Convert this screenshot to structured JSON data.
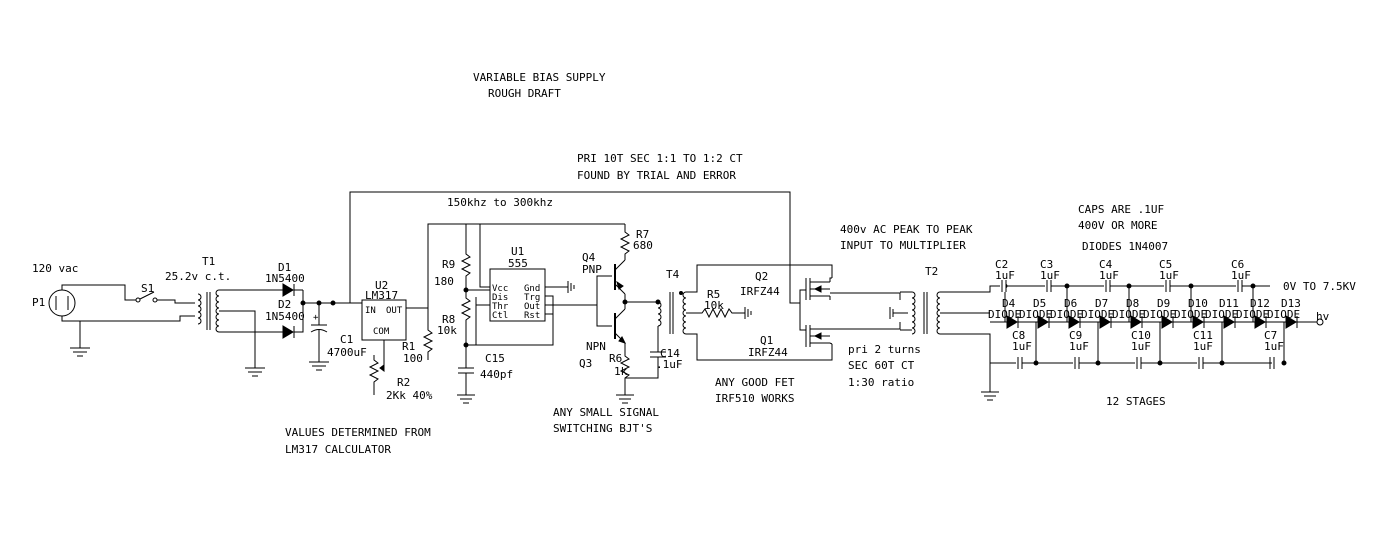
{
  "notes": {
    "title_line1": "VARIABLE BIAS SUPPLY",
    "title_line2": "ROUGH DRAFT",
    "pri_line1": "PRI 10T SEC 1:1 TO 1:2 CT",
    "pri_line2": "FOUND BY TRIAL AND ERROR",
    "freq": "150khz to 300khz",
    "input_line1": "400v AC PEAK TO PEAK",
    "input_line2": "INPUT TO MULTIPLIER",
    "caps_line1": "CAPS ARE .1UF",
    "caps_line2": "400V OR MORE",
    "diodes_note": "DIODES 1N4007",
    "output_range": "0V TO 7.5KV",
    "stages": "12 STAGES",
    "values_line1": "VALUES DETERMINED FROM",
    "values_line2": "LM317 CALCULATOR",
    "bjt_line1": "ANY SMALL SIGNAL",
    "bjt_line2": "SWITCHING BJT'S",
    "fet_line1": "ANY GOOD FET",
    "fet_line2": "IRF510 WORKS",
    "t2_line1": "pri 2 turns",
    "t2_line2": "SEC 60T CT",
    "t2_line3": "1:30 ratio"
  },
  "components": {
    "p1": {
      "ref": "P1",
      "value": "120 vac"
    },
    "s1": {
      "ref": "S1"
    },
    "t1": {
      "ref": "T1",
      "value": "25.2v c.t."
    },
    "d1": {
      "ref": "D1",
      "value": "1N5400"
    },
    "d2": {
      "ref": "D2",
      "value": "1N5400"
    },
    "c1": {
      "ref": "C1",
      "value": "4700uF"
    },
    "u2": {
      "ref": "U2",
      "value": "LM317",
      "pin_in": "IN",
      "pin_out": "OUT",
      "pin_com": "COM"
    },
    "r1": {
      "ref": "R1",
      "value": "100"
    },
    "r2": {
      "ref": "R2",
      "value": "2Kk 40%"
    },
    "r9": {
      "ref": "R9",
      "value": "180"
    },
    "r8": {
      "ref": "R8",
      "value": "10k"
    },
    "c15": {
      "ref": "C15",
      "value": "440pf"
    },
    "u1": {
      "ref": "U1",
      "value": "555",
      "pins": [
        "Vcc",
        "Dis",
        "Thr",
        "Ctl",
        "Gnd",
        "Trg",
        "Out",
        "Rst"
      ]
    },
    "r7": {
      "ref": "R7",
      "value": "680"
    },
    "q4": {
      "ref": "Q4",
      "value": "PNP"
    },
    "q3": {
      "ref": "Q3",
      "value": "NPN"
    },
    "r6": {
      "ref": "R6",
      "value": "1k"
    },
    "c14": {
      "ref": "C14",
      "value": ".1uF"
    },
    "t4": {
      "ref": "T4"
    },
    "r5": {
      "ref": "R5",
      "value": "10k"
    },
    "q2": {
      "ref": "Q2",
      "value": "IRFZ44"
    },
    "q1": {
      "ref": "Q1",
      "value": "IRFZ44"
    },
    "t2": {
      "ref": "T2"
    },
    "hv": {
      "ref": "hv"
    }
  },
  "multiplier": {
    "top_caps": [
      {
        "ref": "C2",
        "value": "1uF"
      },
      {
        "ref": "C3",
        "value": "1uF"
      },
      {
        "ref": "C4",
        "value": "1uF"
      },
      {
        "ref": "C5",
        "value": "1uF"
      },
      {
        "ref": "C6",
        "value": "1uF"
      }
    ],
    "bottom_caps": [
      {
        "ref": "C8",
        "value": "1uF"
      },
      {
        "ref": "C9",
        "value": "1uF"
      },
      {
        "ref": "C10",
        "value": "1uF"
      },
      {
        "ref": "C11",
        "value": "1uF"
      },
      {
        "ref": "C7",
        "value": "1uF"
      }
    ],
    "diodes": [
      {
        "ref": "D4",
        "value": "DIODE"
      },
      {
        "ref": "D5",
        "value": "DIODE"
      },
      {
        "ref": "D6",
        "value": "DIODE"
      },
      {
        "ref": "D7",
        "value": "DIODE"
      },
      {
        "ref": "D8",
        "value": "DIODE"
      },
      {
        "ref": "D9",
        "value": "DIODE"
      },
      {
        "ref": "D10",
        "value": "DIODE"
      },
      {
        "ref": "D11",
        "value": "DIODE"
      },
      {
        "ref": "D12",
        "value": "DIODE"
      },
      {
        "ref": "D13",
        "value": "DIODE"
      }
    ]
  }
}
